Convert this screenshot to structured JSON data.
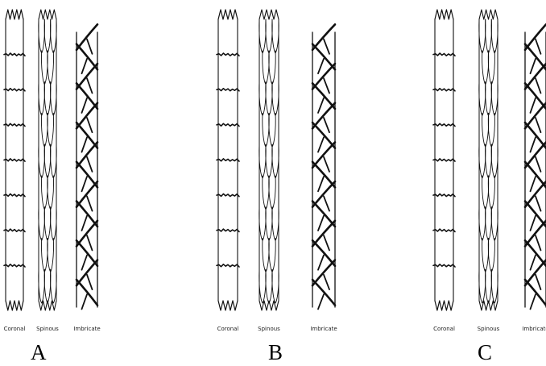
{
  "panels": [
    {
      "label": "A",
      "scale_labels": [
        "Coronal",
        "Spinous",
        "Imbricate"
      ]
    },
    {
      "label": "B",
      "scale_labels": [
        "Coronal",
        "Spinous",
        "Imbricate"
      ]
    },
    {
      "label": "C",
      "scale_labels": [
        "Coronal",
        "Spinous",
        "Imbricate"
      ]
    }
  ]
}
